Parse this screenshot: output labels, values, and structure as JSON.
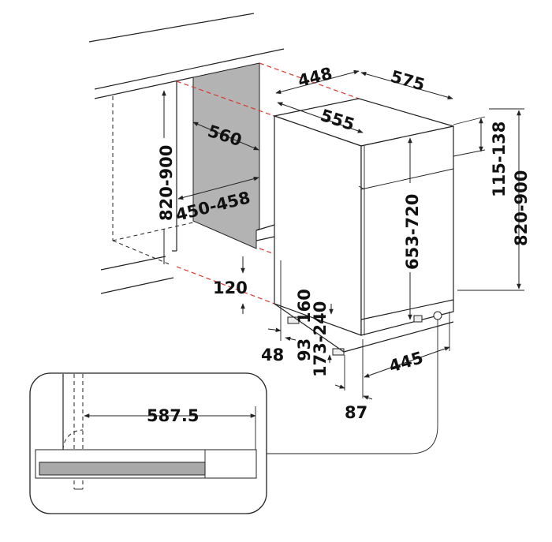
{
  "title": "Semi-integrated dishwasher installation dimensions (mm)",
  "colors": {
    "line": "#222222",
    "panel": "#b3b3b3",
    "guide": "#d9372c",
    "inset_bar": "#a9a9a9"
  },
  "dimensions": {
    "top_depth": "448",
    "appliance_depth": "575",
    "appliance_width_top": "555",
    "niche_depth": "560",
    "niche_width": "450-458",
    "niche_height": "820-900",
    "panel_height": "115-138",
    "appliance_height": "820-900",
    "door_panel_height": "653-720",
    "plinth_height": "120",
    "plinth_offset": "48",
    "foot_93": "93",
    "foot_160": "160",
    "foot_173_240": "173-240",
    "bottom_depth": "445",
    "bottom_offset": "87",
    "inset_clearance": "587.5"
  }
}
